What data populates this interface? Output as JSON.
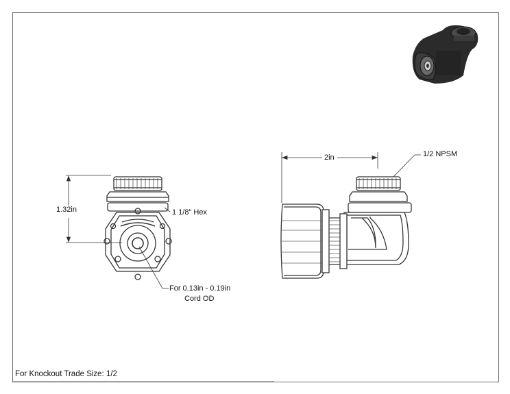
{
  "drawing": {
    "dimensions": {
      "height": "1.32in",
      "width": "2in",
      "hex": "1 1/8\" Hex",
      "thread": "1/2 NPSM",
      "cord_line1": "For 0.13in - 0.19in",
      "cord_line2": "Cord OD"
    },
    "note": "For Knockout Trade Size: 1/2"
  }
}
